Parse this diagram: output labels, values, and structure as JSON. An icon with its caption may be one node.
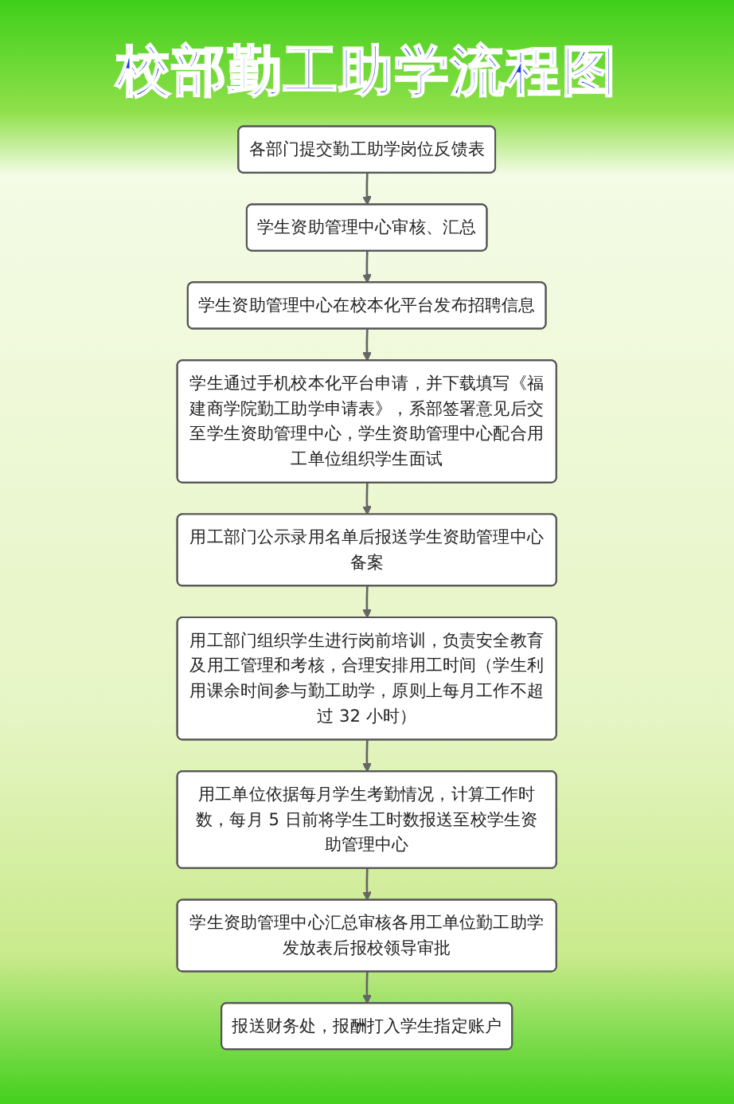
{
  "diagram": {
    "title": "校部勤工助学流程图",
    "nodes": [
      {
        "text": [
          "各部门提交勤工助学岗位反馈表"
        ]
      },
      {
        "text": [
          "学生资助管理中心审核、汇总"
        ]
      },
      {
        "text": [
          "学生资助管理中心在校本化平台发布招聘信息"
        ]
      },
      {
        "text": [
          "学生通过手机校本化平台申请，并下载填写《福建商学院勤工助学申请表》，系部签署意见后交至学生资助管理中心，学生资助管理中心配合用工单位组织学生面试"
        ]
      },
      {
        "text": [
          "用工部门公示录用名单后报送学生资助管理中心备案"
        ]
      },
      {
        "text": [
          "用工部门组织学生进行岗前培训，负责安全教育及用工管理和考核，合理安排用工时间（学生利用课余时间参与勤工助学，原则上每月工作不超过 32 小时）"
        ]
      },
      {
        "text": [
          "用工单位依据每月学生考勤情况，计算工作时数，每月 5 日前将学生工时数报送至校学生资助管理中心"
        ]
      },
      {
        "text": [
          "学生资助管理中心汇总审核各用工单位勤工助学发放表后报校领导审批"
        ]
      },
      {
        "text": [
          "报送财务处，报酬打入学生指定账户"
        ]
      }
    ],
    "edges": [
      {
        "from": 0,
        "to": 1,
        "arrow": "to"
      },
      {
        "from": 1,
        "to": 2,
        "arrow": "to"
      },
      {
        "from": 2,
        "to": 3,
        "arrow": "to"
      },
      {
        "from": 3,
        "to": 4,
        "arrow": "to"
      },
      {
        "from": 4,
        "to": 5,
        "arrow": "to"
      },
      {
        "from": 5,
        "to": 6,
        "arrow": "to"
      },
      {
        "from": 6,
        "to": 7,
        "arrow": "to"
      },
      {
        "from": 7,
        "to": 8,
        "arrow": "to"
      }
    ]
  }
}
